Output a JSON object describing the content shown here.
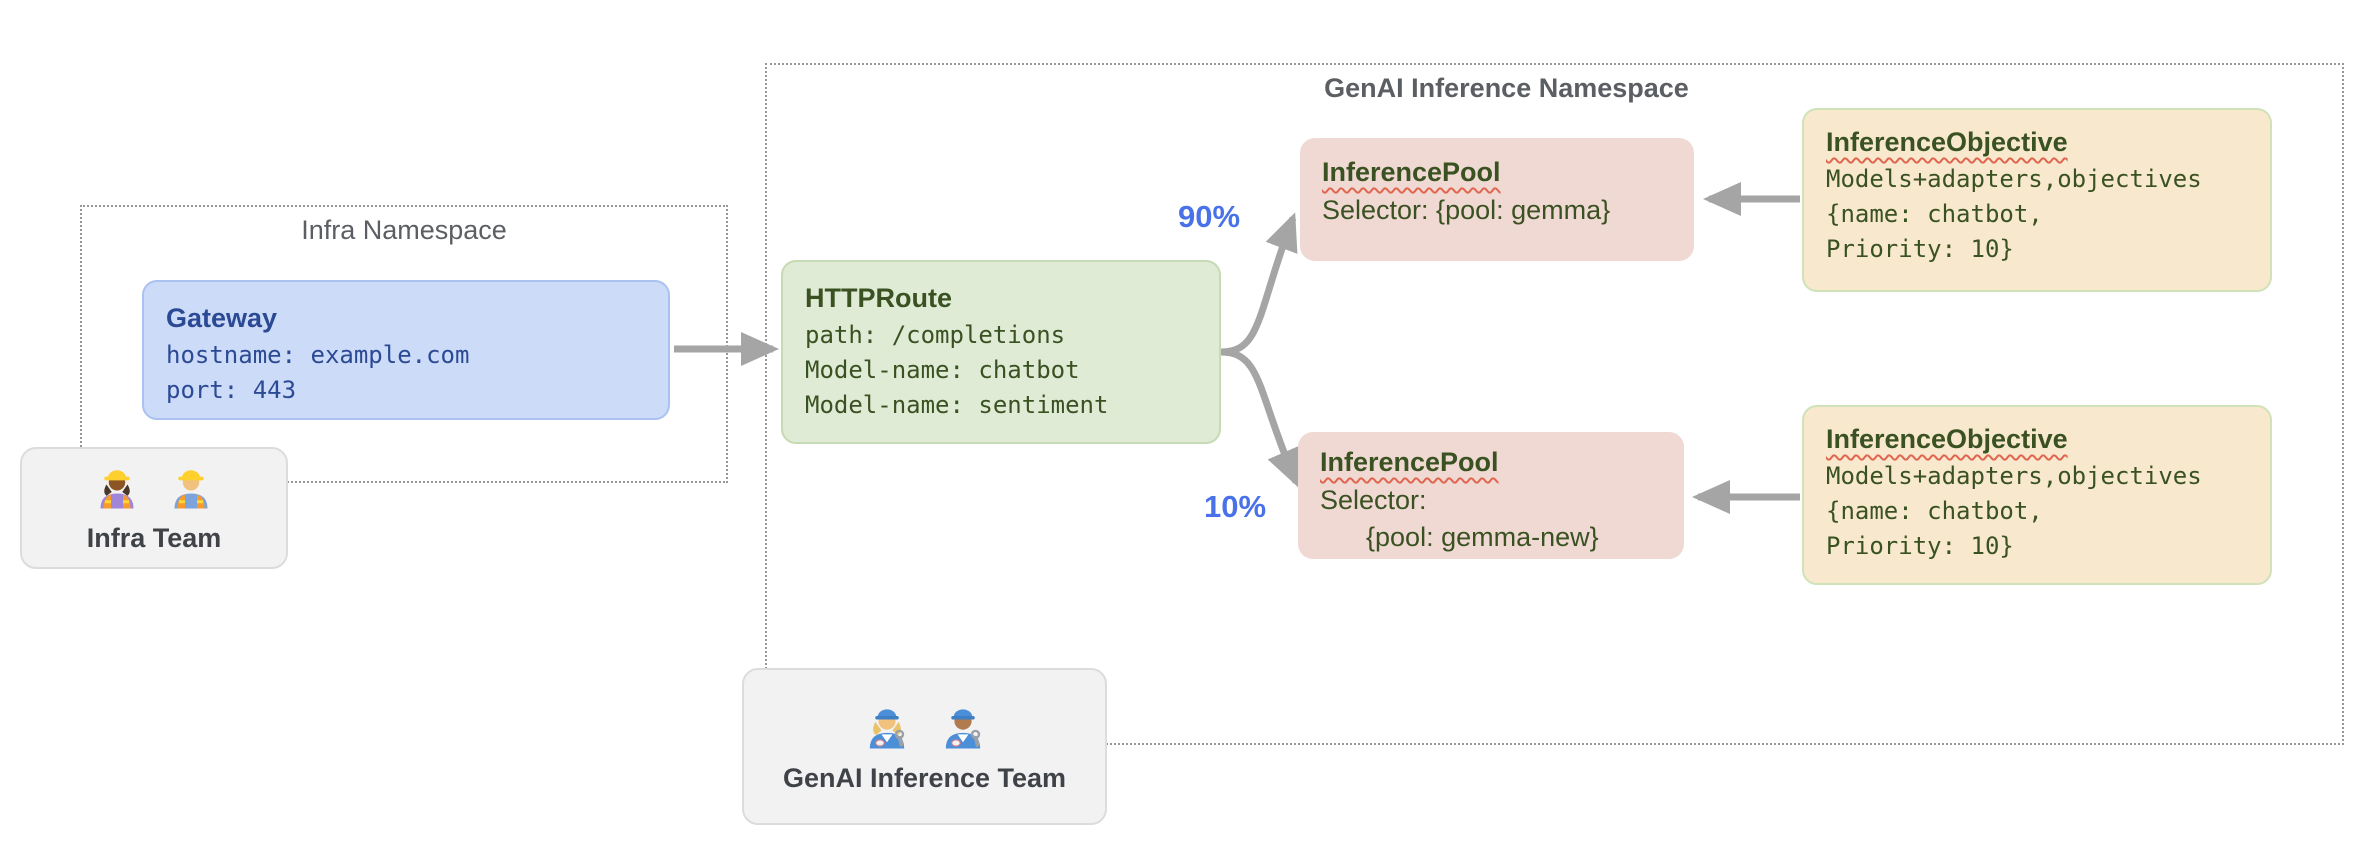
{
  "infra_namespace": {
    "title": "Infra Namespace",
    "gateway": {
      "title": "Gateway",
      "lines": [
        "hostname: example.com",
        "port: 443"
      ]
    }
  },
  "infra_team": {
    "label": "Infra Team",
    "icons": [
      "construction-worker-woman-dark-icon",
      "construction-worker-man-light-icon"
    ]
  },
  "genai_namespace": {
    "title": "GenAI Inference Namespace",
    "httproute": {
      "title": "HTTPRoute",
      "lines": [
        "path: /completions",
        "Model-name: chatbot",
        "Model-name: sentiment"
      ]
    },
    "traffic_split": {
      "high_label": "90%",
      "low_label": "10%"
    },
    "inference_pool_1": {
      "title": "InferencePool",
      "lines": [
        "Selector: {pool: gemma}"
      ]
    },
    "inference_pool_2": {
      "title": "InferencePool",
      "lines": [
        "Selector:",
        "{pool: gemma-new}"
      ]
    },
    "inference_objective_1": {
      "title": "InferenceObjective",
      "lines": [
        "Models+adapters,objectives",
        "{name: chatbot,",
        "Priority: 10}"
      ]
    },
    "inference_objective_2": {
      "title": "InferenceObjective",
      "lines": [
        "Models+adapters,objectives",
        "{name: chatbot,",
        "Priority: 10}"
      ]
    }
  },
  "genai_team": {
    "label": "GenAI Inference Team",
    "icons": [
      "mechanic-woman-light-icon",
      "mechanic-man-medium-icon"
    ]
  },
  "colors": {
    "gateway_fill": "#ccdbf8",
    "gateway_text": "#2c4a94",
    "httproute_fill": "#e0ebd6",
    "pool_fill": "#f0d9d3",
    "objective_fill": "#f8e9ce",
    "resource_text_green": "#3a5222",
    "traffic_label_blue": "#4a72e8",
    "arrow_gray": "#a5a5a5",
    "spellcheck_squiggle_red": "#e06650",
    "namespace_border_gray": "#979797"
  }
}
